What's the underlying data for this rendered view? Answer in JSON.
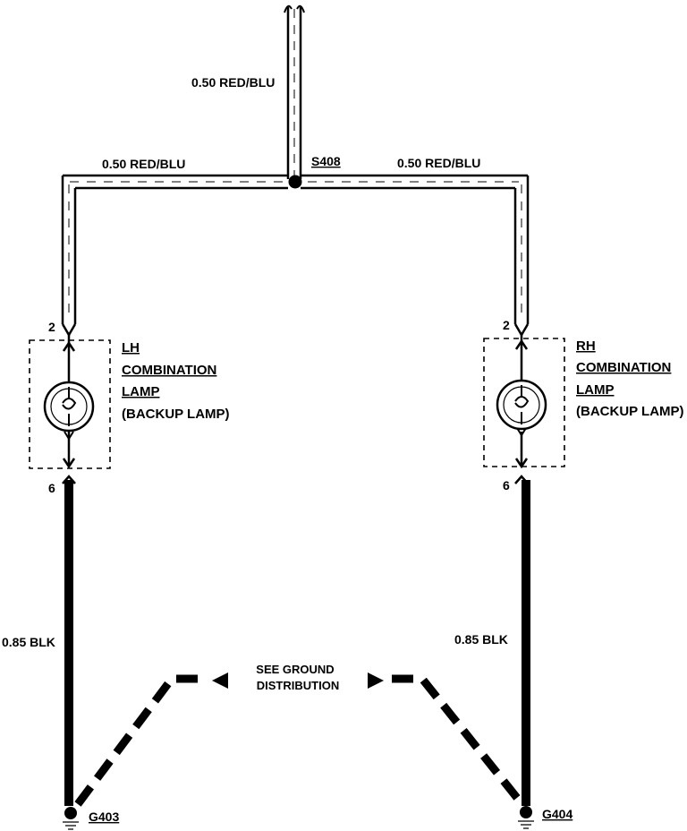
{
  "wires": {
    "top_feed": "0.50 RED/BLU",
    "left_branch": "0.50 RED/BLU",
    "right_branch": "0.50 RED/BLU",
    "left_ground": "0.85 BLK",
    "right_ground": "0.85 BLK"
  },
  "splice": {
    "id": "S408"
  },
  "lh_lamp": {
    "line1": "LH",
    "line2": "COMBINATION",
    "line3": "LAMP",
    "line4": "(BACKUP LAMP)",
    "pin_top": "2",
    "pin_bottom": "6"
  },
  "rh_lamp": {
    "line1": "RH",
    "line2": "COMBINATION",
    "line3": "LAMP",
    "line4": "(BACKUP LAMP)",
    "pin_top": "2",
    "pin_bottom": "6"
  },
  "ground_note": {
    "line1": "SEE GROUND",
    "line2": "DISTRIBUTION"
  },
  "grounds": {
    "left": "G403",
    "right": "G404"
  }
}
